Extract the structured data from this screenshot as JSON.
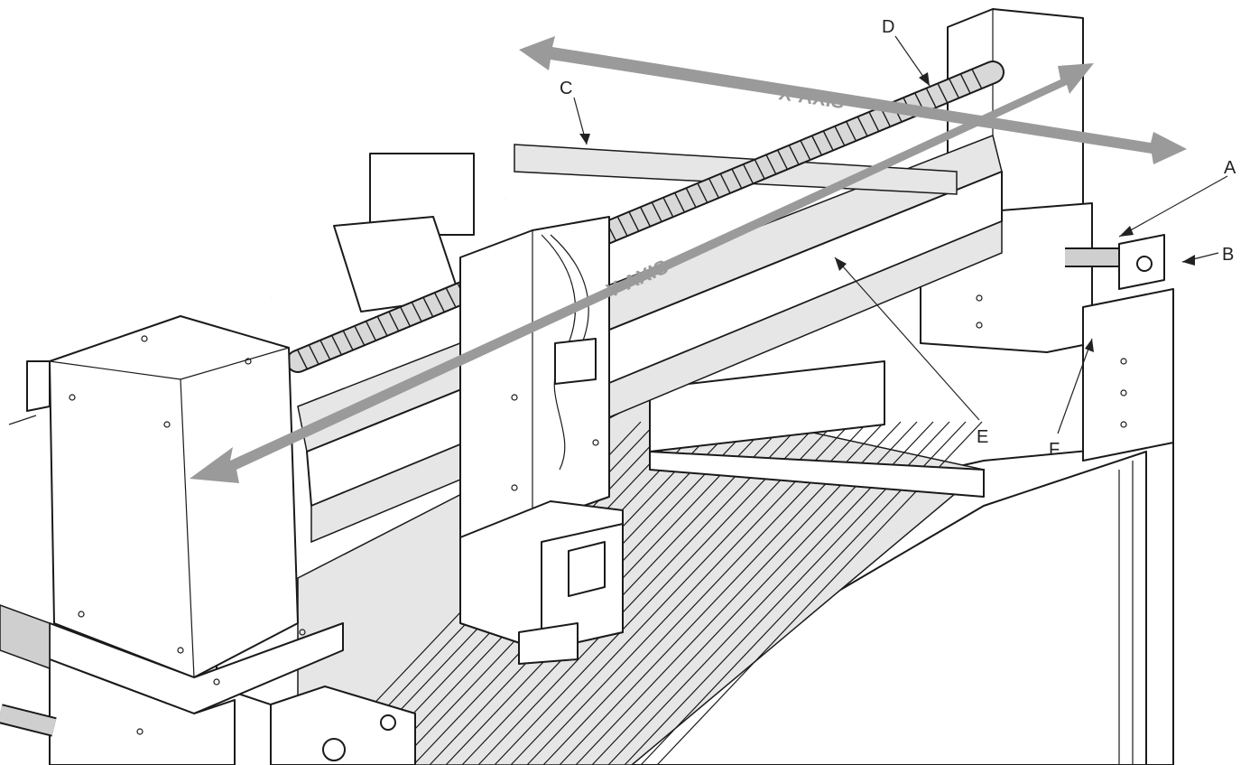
{
  "callouts": {
    "a": "A",
    "b": "B",
    "c": "C",
    "d": "D",
    "e": "E",
    "f": "F"
  },
  "axes": {
    "x_label": "X-AXIS",
    "y_label": "Y-AXIS"
  },
  "colors": {
    "arrow": "#9a9a9a",
    "ink": "#1a1a1a"
  }
}
